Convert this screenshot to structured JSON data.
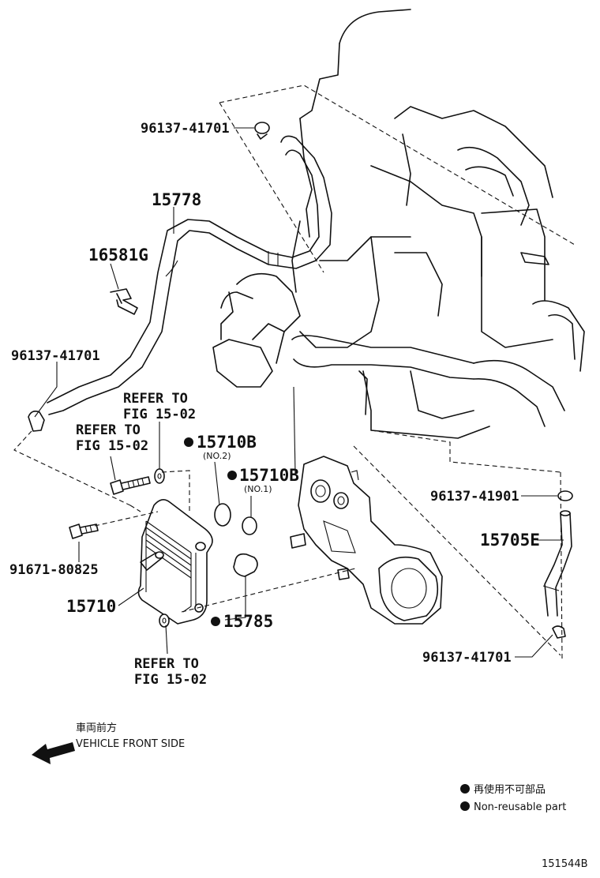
{
  "callouts": {
    "c96137_top": "96137-41701",
    "c15778": "15778",
    "c16581G": "16581G",
    "c96137_left": "96137-41701",
    "c15710B_no2": "15710B",
    "c15710B_no2_sub": "(NO.2)",
    "c15710B_no1": "15710B",
    "c15710B_no1_sub": "(NO.1)",
    "c96137_41901": "96137-41901",
    "c15705E": "15705E",
    "c91671": "91671-80825",
    "c15710": "15710",
    "c15785": "15785",
    "c96137_bottom": "96137-41701"
  },
  "refer": {
    "a_line1": "REFER TO",
    "a_line2": "FIG 15-02",
    "b_line1": "REFER TO",
    "b_line2": "FIG 15-02",
    "c_line1": "REFER TO",
    "c_line2": "FIG 15-02"
  },
  "front": {
    "jp": "車両前方",
    "en": "VEHICLE FRONT SIDE"
  },
  "legend": {
    "jp": "再使用不可部品",
    "en": "Non-reusable part"
  },
  "figure_id": "151544B"
}
